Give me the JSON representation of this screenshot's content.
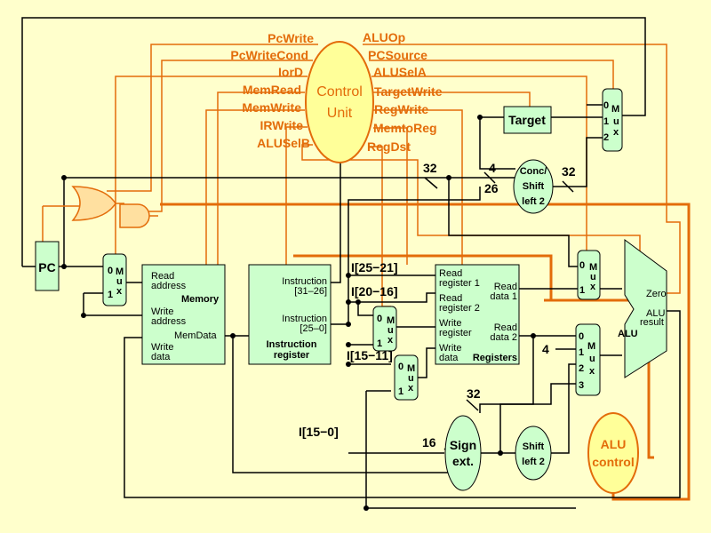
{
  "control_signals": {
    "pc_write": "PcWrite",
    "pc_write_cond": "PcWriteCond",
    "ior_d": "IorD",
    "mem_read": "MemRead",
    "mem_write": "MemWrite",
    "ir_write": "IRWrite",
    "alu_sel_b": "ALUSelB",
    "alu_op": "ALUOp",
    "pc_source": "PCSource",
    "alu_sel_a": "ALUSelA",
    "target_write": "TargetWrite",
    "reg_write": "RegWrite",
    "memto_reg": "MemtoReg",
    "reg_dst": "RegDst"
  },
  "control_unit": {
    "line1": "Control",
    "line2": "Unit"
  },
  "pc": {
    "label": "PC"
  },
  "mux": {
    "m": "M",
    "u": "u",
    "x": "x",
    "zero": "0",
    "one": "1",
    "two": "2",
    "three": "3"
  },
  "memory": {
    "read": "Read",
    "address": "address",
    "write": "Write",
    "address2": "address",
    "memory": "Memory",
    "memdata": "MemData",
    "write2": "Write",
    "data": "data"
  },
  "instruction_register": {
    "instruction1": "Instruction",
    "bits1": "[31–26]",
    "instruction2": "Instruction",
    "bits2": "[25–0]",
    "title1": "Instruction",
    "title2": "register"
  },
  "field_labels": {
    "i25_21": "I[25−21]",
    "i20_16": "I[20−16]",
    "i15_11": "I[15−11]",
    "i15_0": "I[15−0]"
  },
  "registers": {
    "read_register_1a": "Read",
    "read_register_1b": "register 1",
    "read_register_2a": "Read",
    "read_register_2b": "register 2",
    "write_register_a": "Write",
    "write_register_b": "register",
    "write_data_a": "Write",
    "write_data_b": "data",
    "read_data_1a": "Read",
    "read_data_1b": "data 1",
    "read_data_2a": "Read",
    "read_data_2b": "data 2",
    "title": "Registers"
  },
  "target": {
    "label": "Target"
  },
  "conc_shift": {
    "line1": "Conc/",
    "line2": "Shift",
    "line3": "left 2"
  },
  "sign_ext": {
    "line1": "Sign",
    "line2": "ext."
  },
  "shift_left": {
    "line1": "Shift",
    "line2": "left 2"
  },
  "alu": {
    "zero": "Zero",
    "alu": "ALU",
    "result": "result",
    "alu_label": "ALU"
  },
  "alu_control": {
    "line1": "ALU",
    "line2": "control"
  },
  "bus_widths": {
    "w32a": "32",
    "w4": "4",
    "w26": "26",
    "w32b": "32",
    "w32c": "32",
    "w16": "16",
    "const4": "4"
  }
}
